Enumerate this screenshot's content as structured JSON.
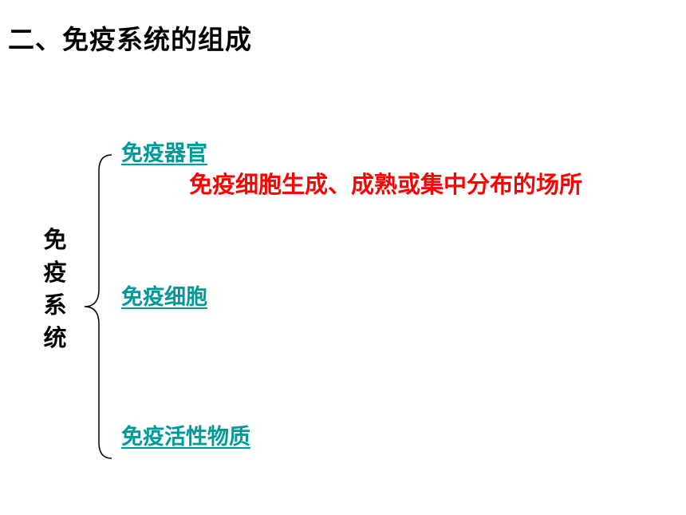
{
  "slide": {
    "title": "二、免疫系统的组成",
    "vertical_label": [
      "免",
      "疫",
      "系",
      "统"
    ],
    "items": [
      {
        "label": "免疫器官"
      },
      {
        "label": "免疫细胞"
      },
      {
        "label": "免疫活性物质"
      }
    ],
    "organ_note": "免疫细胞生成、成熟或集中分布的场所"
  },
  "colors": {
    "title": "#000000",
    "link": "#009999",
    "note": "#ff0000",
    "brace": "#000000"
  }
}
